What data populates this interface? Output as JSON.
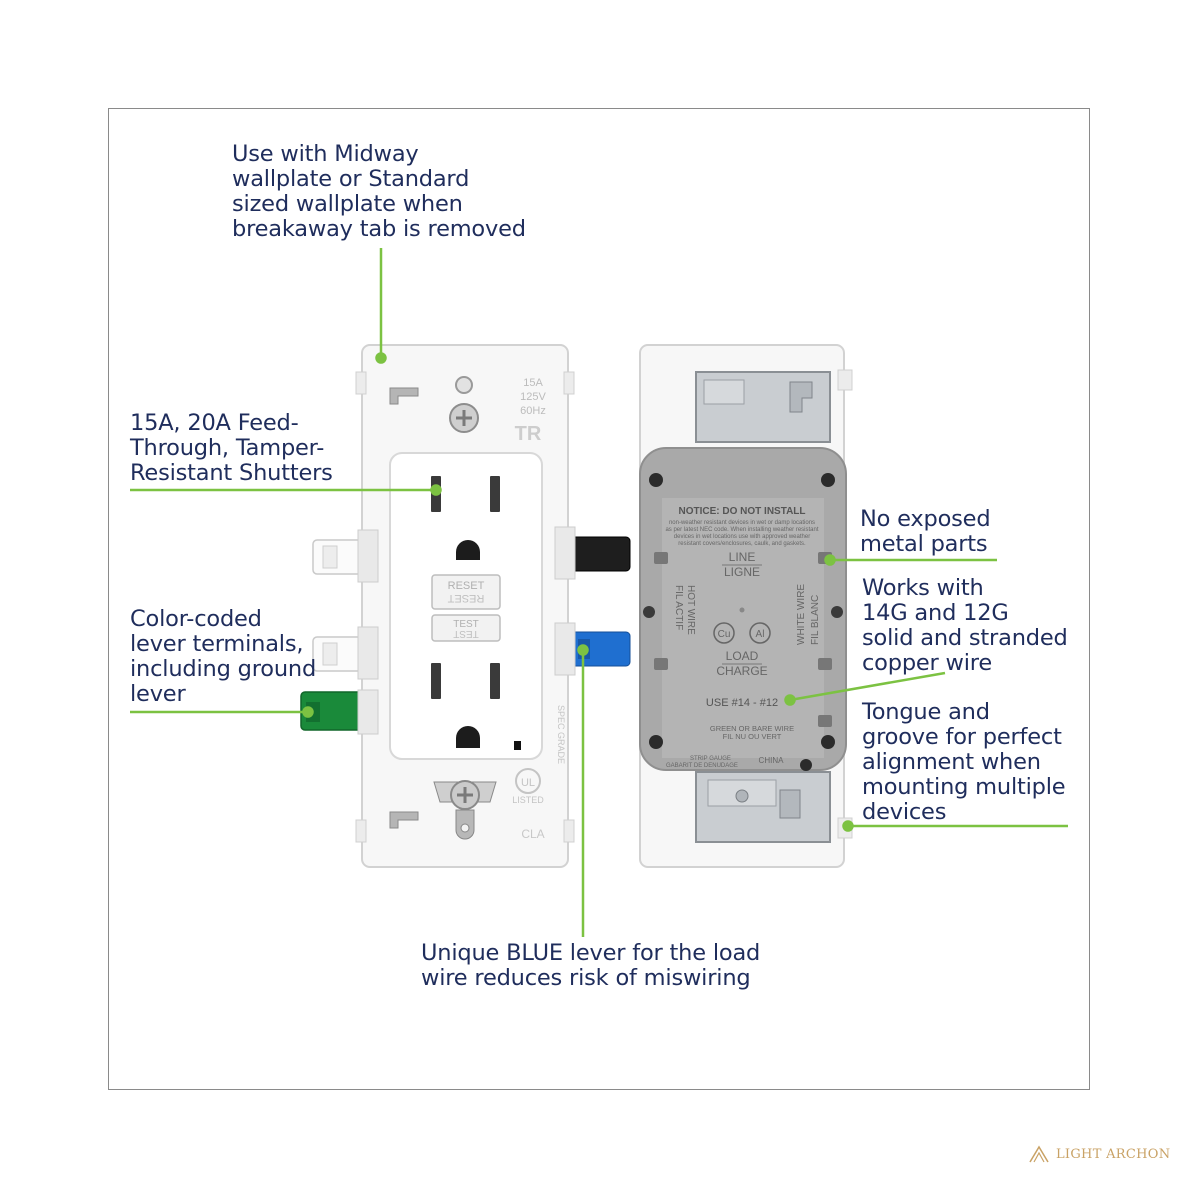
{
  "callouts": {
    "wallplate": "Use with Midway\nwallplate or Standard\nsized wallplate when\nbreakaway tab is removed",
    "shutters": "15A, 20A Feed-\nThrough, Tamper-\nResistant Shutters",
    "levers": "Color-coded\nlever terminals,\nincluding ground\nlever",
    "metal": "No exposed\nmetal parts",
    "wire": "Works with\n14G and 12G\nsolid and stranded\ncopper wire",
    "tongue": "Tongue and\ngroove for perfect\nalignment when\nmounting multiple\ndevices",
    "blue_lever": "Unique BLUE lever for the load\nwire reduces risk of miswiring"
  },
  "front_labels": {
    "rating_amps": "15A",
    "rating_volts": "125V",
    "rating_hz": "60Hz",
    "tr": "TR",
    "reset": "RESET",
    "test": "TEST",
    "ul": "UL",
    "listed": "LISTED",
    "cla": "CLA",
    "spec_grade": "SPEC GRADE"
  },
  "back_labels": {
    "notice_title": "NOTICE: DO NOT INSTALL",
    "notice_line1": "non-weather resistant devices in wet or damp locations",
    "notice_line2": "as per latest NEC code. When installing weather resistant",
    "notice_line3": "devices in wet locations use with approved weather",
    "notice_line4": "resistant covers/enclosures, caulk, and gaskets.",
    "line": "LINE",
    "ligne": "LIGNE",
    "hot_wire": "HOT WIRE",
    "fil_actif": "FIL ACTIF",
    "white_wire": "WHITE WIRE",
    "fil_blanc": "FIL BLANC",
    "cu": "Cu",
    "al": "Al",
    "load": "LOAD",
    "charge": "CHARGE",
    "use_gauge": "USE #14 - #12",
    "green_wire": "GREEN OR BARE WIRE",
    "fil_vert": "FIL NU OU VERT",
    "strip_gauge": "STRIP GAUGE",
    "gabarit": "GABARIT DE DENUDAGE",
    "china": "CHINA"
  },
  "brand": {
    "name": "LIGHT ARCHON"
  },
  "colors": {
    "callout_text": "#1f2d5c",
    "leader": "#7cc242",
    "frame": "#8a8a8a",
    "housing": "#f6f6f6",
    "back_body": "#a9a9a9",
    "blue_lever": "#1f6fd0",
    "green_lever": "#1a8a3a",
    "black_lever": "#1e1e1e",
    "brand": "#c9a265"
  }
}
